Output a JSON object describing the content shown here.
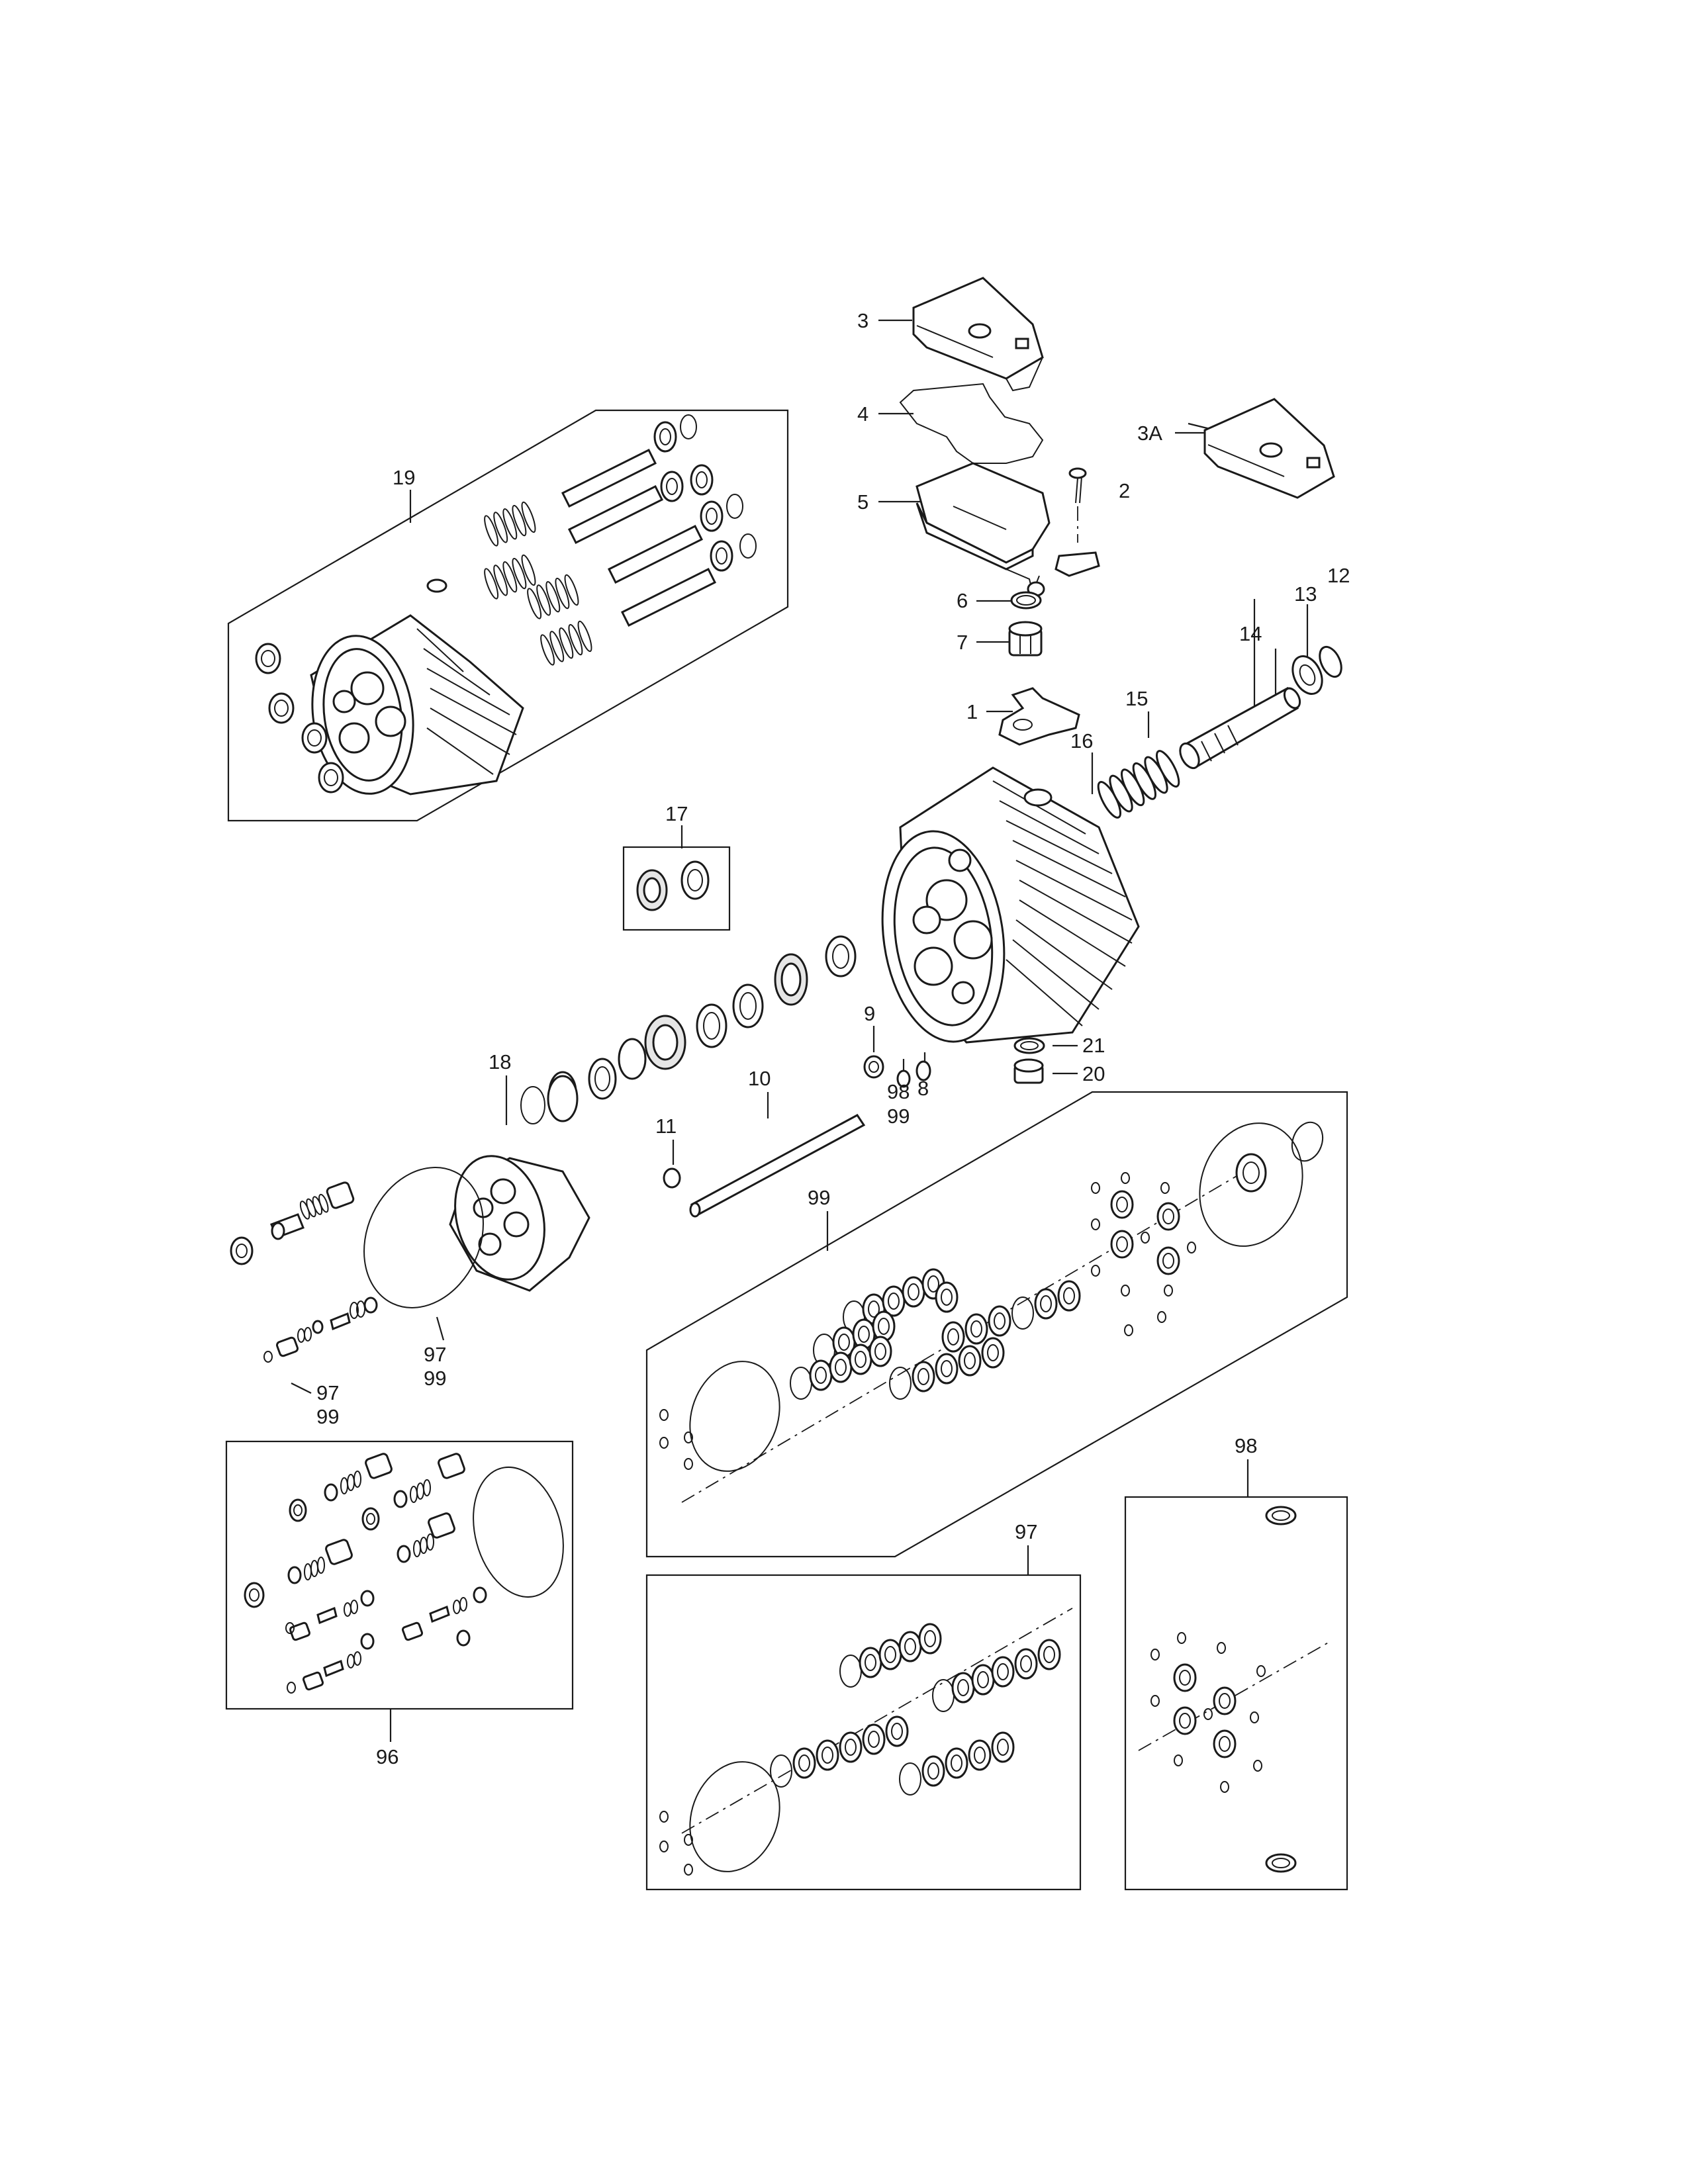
{
  "callouts": {
    "c1": "1",
    "c2": "2",
    "c3": "3",
    "c3a": "3A",
    "c4": "4",
    "c5": "5",
    "c6": "6",
    "c7": "7",
    "c8": "8",
    "c9": "9",
    "c10": "10",
    "c11": "11",
    "c12": "12",
    "c13": "13",
    "c14": "14",
    "c15": "15",
    "c16": "16",
    "c17": "17",
    "c18": "18",
    "c19": "19",
    "c20": "20",
    "c21": "21",
    "c96": "96",
    "c97": "97",
    "c98": "98",
    "c99": "99",
    "c98b": "98",
    "c99b": "99",
    "c97b": "97",
    "c99c": "99",
    "c97c": "97",
    "c99d": "99"
  }
}
